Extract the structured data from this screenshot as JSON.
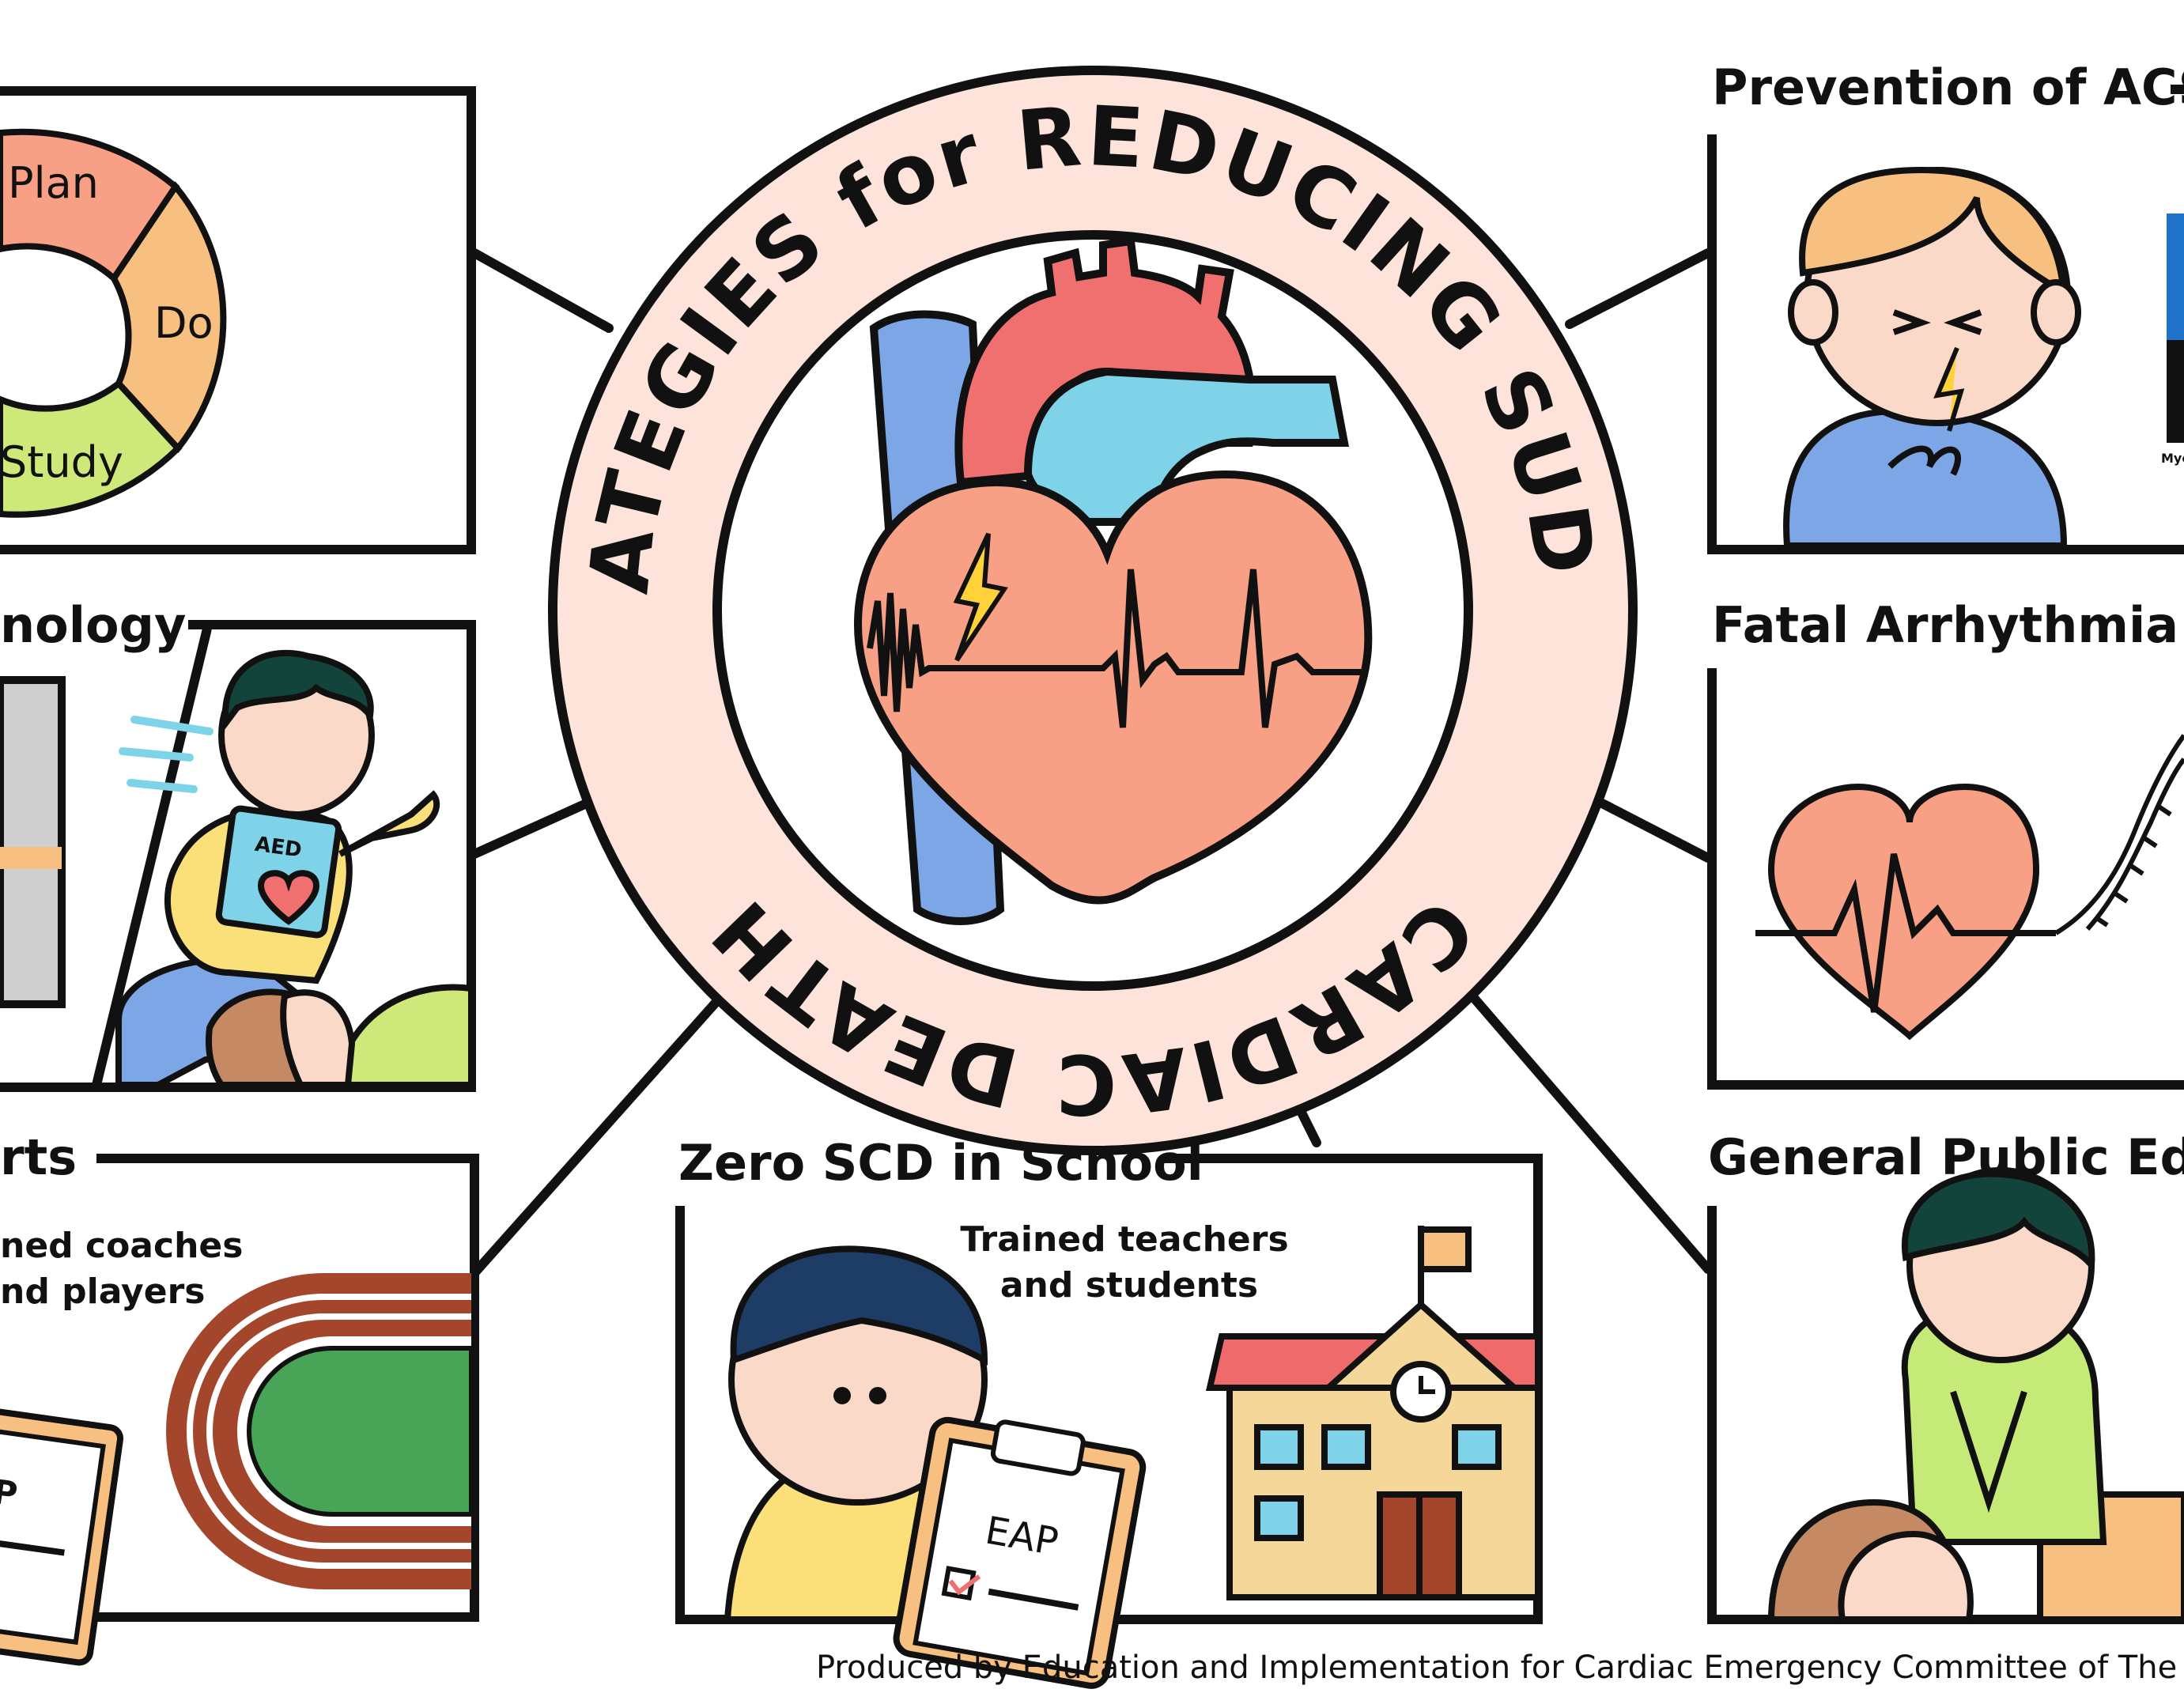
{
  "center": {
    "title_top": "STRATEGIES for REDUCING SUDDEN",
    "title_bottom": "CARDIAC DEATH"
  },
  "panels": {
    "pdsa": {
      "plan": "Plan",
      "do": "Do",
      "study": "Study"
    },
    "technology": {
      "title": "nology",
      "aed": "AED"
    },
    "sports": {
      "title": "rts",
      "line1": "ned coaches",
      "line2": "nd players",
      "eap": "P"
    },
    "school": {
      "title": "Zero SCD in School",
      "line1": "Trained teachers",
      "line2": "and students",
      "eap": "EAP"
    },
    "acs": {
      "title": "Prevention of ACS",
      "side_text": "Myo"
    },
    "arrhythmia": {
      "title": "Fatal Arrhythmia Pre"
    },
    "public": {
      "title": "General Public Educ"
    }
  },
  "footer": {
    "credit": "Produced by Education and Implementation for Cardiac Emergency Committee of The Japa"
  },
  "colors": {
    "ring": "#fde3d9",
    "heart": "#f7a085",
    "aorta": "#f07070",
    "pulmonary": "#7fd3e8",
    "vein": "#7da6e6",
    "plan": "#f7a085",
    "do": "#f7bf80",
    "study": "#cfe87a",
    "track": "#a3462c",
    "field": "#48a558",
    "school_wall": "#f5d79a",
    "school_roof": "#ef6b6b",
    "window": "#7fd3e8",
    "door": "#a3462c",
    "flag": "#f7bf80",
    "hair_dark": "#1e3d66",
    "hair_green": "#13443b",
    "hair_orange": "#f7bf80",
    "shirt_blue": "#7da6e6",
    "shirt_yellow": "#fbe07a",
    "shirt_green": "#c6ea78",
    "skin": "#fbd9c8",
    "bolt": "#ffd23a"
  }
}
